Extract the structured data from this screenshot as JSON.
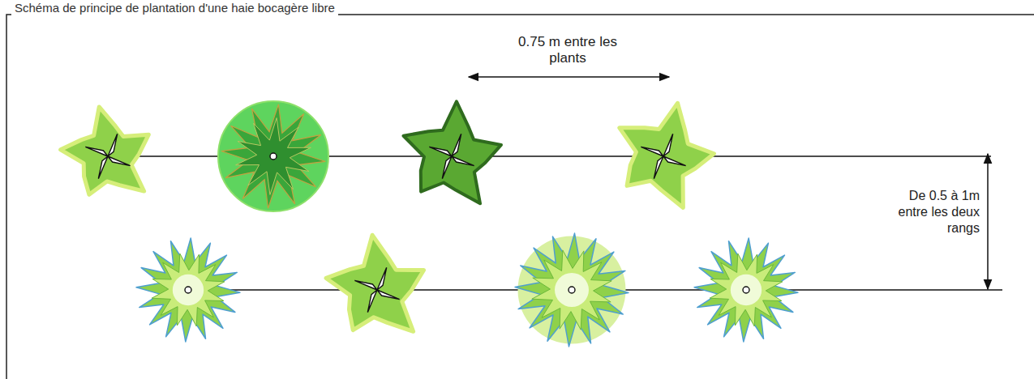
{
  "diagram": {
    "title": "Schéma de principe de plantation d'une haie bocagère libre",
    "labels": [
      "0.75 m entre les plants",
      "De 0.5 à 1m entre les deux rangs"
    ]
  }
}
